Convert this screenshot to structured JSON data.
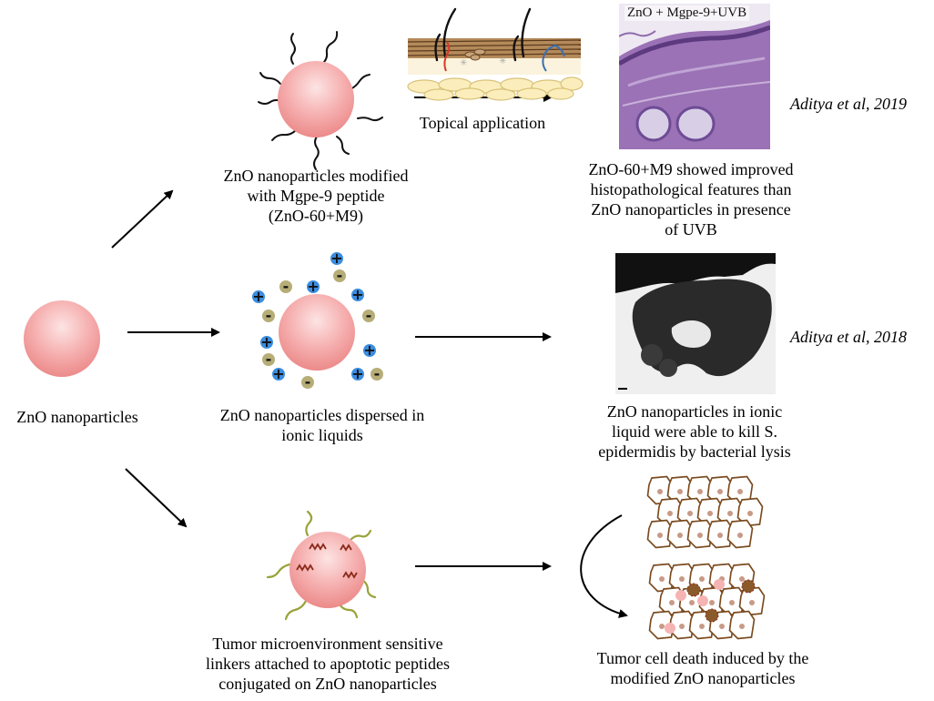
{
  "labels": {
    "zno": "ZnO nanoparticles",
    "modified_lines": [
      "ZnO nanoparticles modified",
      "with Mgpe-9 peptide",
      "(ZnO-60+M9)"
    ],
    "dispersed_lines": [
      "ZnO nanoparticles dispersed in",
      "ionic liquids"
    ],
    "tumor_lines": [
      "Tumor microenvironment sensitive",
      "linkers attached to apoptotic peptides",
      "conjugated on  ZnO nanoparticles"
    ],
    "topical": "Topical application",
    "histo_caption": "ZnO + Mgpe-9+UVB",
    "histo_result_lines": [
      "ZnO-60+M9 showed improved",
      "histopathological features than",
      "ZnO nanoparticles in presence",
      "of UVB"
    ],
    "ionic_result_lines": [
      "ZnO nanoparticles in ionic",
      "liquid were able to kill S.",
      "epidermidis by bacterial lysis"
    ],
    "tumor_result_lines": [
      "Tumor cell death induced by the",
      "modified ZnO nanoparticles"
    ]
  },
  "citations": {
    "c2019": "Aditya et al, 2019",
    "c2018": "Aditya et al, 2018"
  },
  "charges": {
    "plus_symbol": "+",
    "minus_symbol": "-"
  },
  "colors": {
    "nanoparticle_fill": "#f4a3a3",
    "positive_ion": "#3b8de0",
    "negative_ion": "#b6ad77",
    "peptide_line": "#9aa33a",
    "linker_line": "#8b2a1a",
    "cell_outline": "#7a4a1e",
    "cell_nucleus": "#c89a86",
    "histology": "#9a72b5"
  }
}
